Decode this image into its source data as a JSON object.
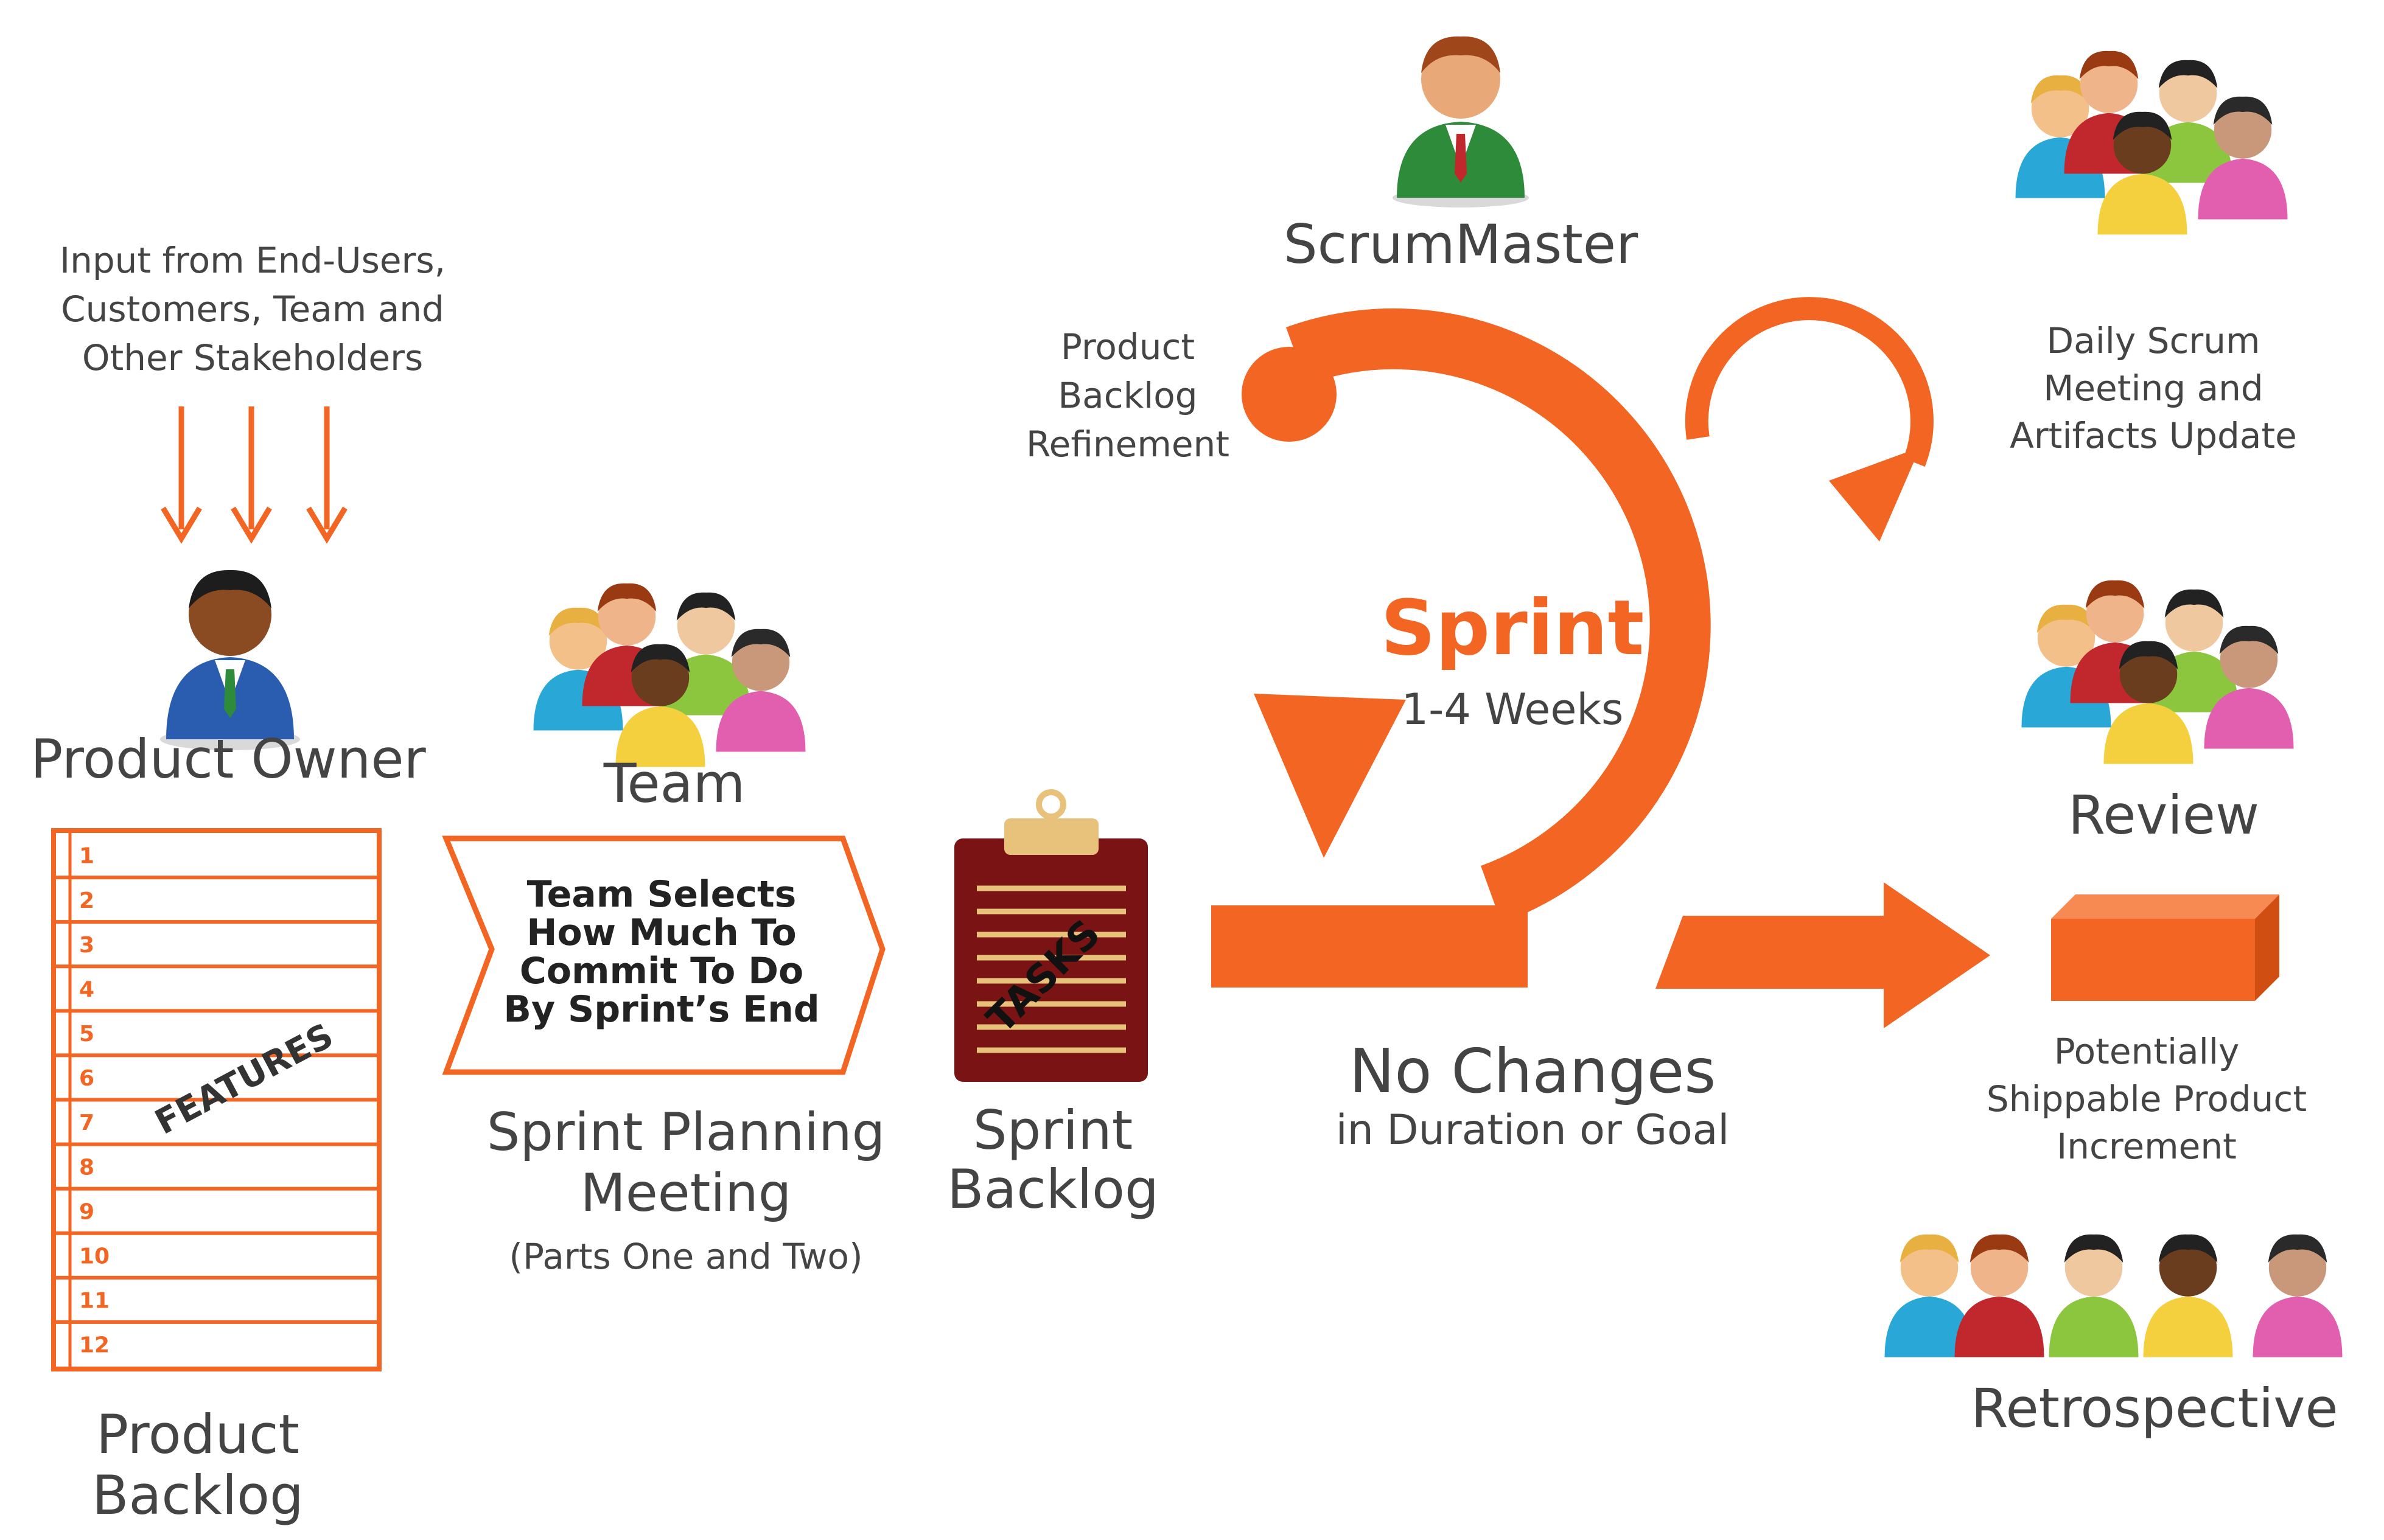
{
  "colors": {
    "accent": "#f26522",
    "text": "#444444",
    "clipboard": "#7a1414",
    "clipboard_lines": "#e8c27a"
  },
  "input": {
    "lines": [
      "Input from End-Users,",
      "Customers, Team and",
      "Other Stakeholders"
    ]
  },
  "product_owner": {
    "label": "Product Owner",
    "icon": "person-blue-suit-icon"
  },
  "product_backlog": {
    "rows": [
      "1",
      "2",
      "3",
      "4",
      "5",
      "6",
      "7",
      "8",
      "9",
      "10",
      "11",
      "12"
    ],
    "stamp": "FEATURES",
    "label_lines": [
      "Product",
      "Backlog"
    ]
  },
  "team": {
    "label": "Team",
    "icon": "team-group-icon"
  },
  "planning": {
    "box_lines": [
      "Team Selects",
      "How Much To",
      "Commit To Do",
      "By Sprint’s End"
    ],
    "label_lines": [
      "Sprint Planning",
      "Meeting"
    ],
    "sub": "(Parts One and Two)"
  },
  "sprint_backlog": {
    "stamp": "TASKS",
    "label_lines": [
      "Sprint",
      "Backlog"
    ],
    "icon": "clipboard-icon"
  },
  "scrum_master": {
    "label": "ScrumMaster",
    "icon": "person-green-suit-icon"
  },
  "refinement": {
    "lines": [
      "Product",
      "Backlog",
      "Refinement"
    ]
  },
  "sprint": {
    "title": "Sprint",
    "duration": "1-4 Weeks"
  },
  "no_changes": {
    "title": "No Changes",
    "sub": "in Duration or Goal"
  },
  "daily": {
    "lines": [
      "Daily Scrum",
      "Meeting and",
      "Artifacts Update"
    ],
    "icon": "team-group-icon"
  },
  "review": {
    "label": "Review",
    "icon": "team-group-icon"
  },
  "increment": {
    "lines": [
      "Potentially",
      "Shippable Product",
      "Increment"
    ],
    "icon": "box-icon"
  },
  "retrospective": {
    "label": "Retrospective",
    "icon": "team-row-icon"
  }
}
